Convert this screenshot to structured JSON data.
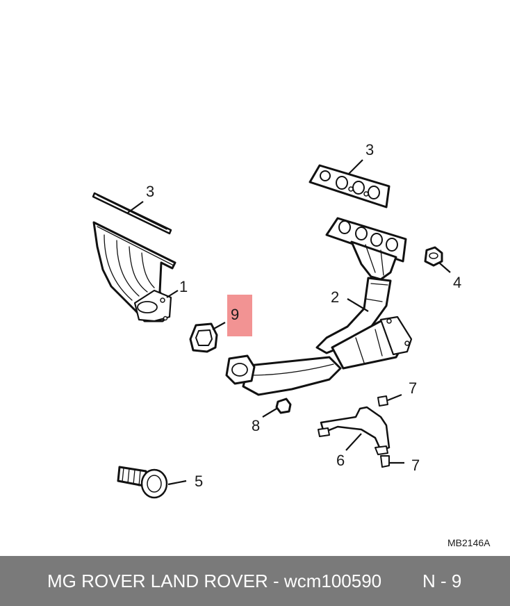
{
  "callouts": {
    "c1": "1",
    "c2": "2",
    "c3a": "3",
    "c3b": "3",
    "c4": "4",
    "c5": "5",
    "c6": "6",
    "c7a": "7",
    "c7b": "7",
    "c8": "8",
    "c9": "9"
  },
  "highlight": {
    "color": "#f08080"
  },
  "drawing_code": "MB2146A",
  "footer": {
    "title": "MG ROVER LAND ROVER - wcm100590",
    "page": "N - 9"
  }
}
